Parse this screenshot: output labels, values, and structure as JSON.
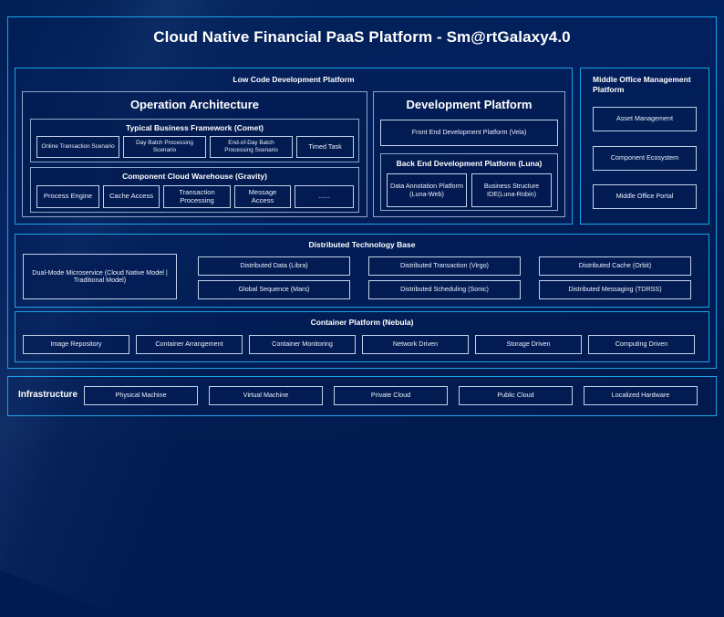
{
  "title": "Cloud Native Financial PaaS Platform - Sm@rtGalaxy4.0",
  "colors": {
    "accent_border": "#1ba3e8",
    "panel_border": "#8fa8cc",
    "node_border": "#c3d2e8",
    "background": "#021a52",
    "text": "#ffffff"
  },
  "low_code": {
    "heading": "Low Code Development Platform",
    "operation_architecture": {
      "heading": "Operation Architecture",
      "typical_business_framework": {
        "heading": "Typical Business Framework (Comet)",
        "items": [
          "Online Transaction Scenario",
          "Day Batch Processing Scenario",
          "End-of-Day Batch Processing Scenario",
          "Timed Task"
        ]
      },
      "component_cloud_warehouse": {
        "heading": "Component Cloud Warehouse (Gravity)",
        "items": [
          "Process Engine",
          "Cache Access",
          "Transaction Processing",
          "Message Access",
          "......"
        ]
      }
    },
    "development_platform": {
      "heading": "Development Platform",
      "front_end": "Front End Development Platform (Vela)",
      "back_end": {
        "heading": "Back End Development Platform (Luna)",
        "items": [
          "Data Annotation Platform (Luna-Web)",
          "Business Structure IDE(Luna-Robin)"
        ]
      }
    }
  },
  "middle_office": {
    "heading": "Middle Office Management Platform",
    "items": [
      "Asset Management",
      "Component Ecosystem",
      "Middle Office Portal"
    ]
  },
  "distributed_technology_base": {
    "heading": "Distributed Technology Base",
    "wide_item": "Dual-Mode Microservice (Cloud Native Model | Traditional Model)",
    "grid_items": [
      "Distributed Data (Libra)",
      "Distributed Transaction (Virgo)",
      "Distributed Cache (Orbit)",
      "Global Sequence (Mars)",
      "Distributed Scheduling (Sonic)",
      "Distributed Messaging (TDRSS)"
    ]
  },
  "container_platform": {
    "heading": "Container Platform (Nebula)",
    "items": [
      "Image Repository",
      "Container Arrangement",
      "Container Monitoring",
      "Network Driven",
      "Storage Driven",
      "Computing Driven"
    ]
  },
  "infrastructure": {
    "label": "Infrastructure",
    "items": [
      "Physical Machine",
      "Virtual Machine",
      "Private Cloud",
      "Public Cloud",
      "Localized Hardware"
    ]
  }
}
